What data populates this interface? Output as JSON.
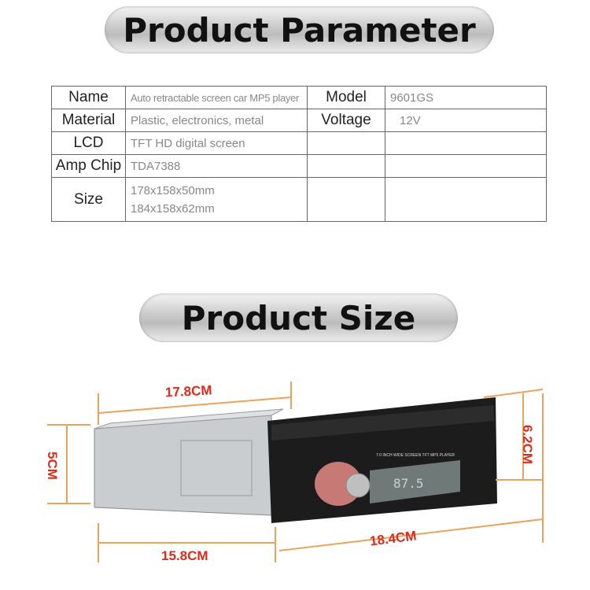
{
  "headings": {
    "parameter": "Product Parameter",
    "size": "Product Size"
  },
  "table": {
    "rows": [
      {
        "k1": "Name",
        "v1": "Auto retractable screen car MP5 player",
        "k2": "Model",
        "v2": "9601GS"
      },
      {
        "k1": "Material",
        "v1": "Plastic, electronics, metal",
        "k2": "Voltage",
        "v2": "12V"
      },
      {
        "k1": "LCD",
        "v1": "TFT HD digital screen",
        "k2": "",
        "v2": ""
      },
      {
        "k1": "Amp Chip",
        "v1": "TDA7388",
        "k2": "",
        "v2": ""
      },
      {
        "k1": "Size",
        "v1": "178x158x50mm",
        "v1b": "184x158x62mm",
        "k2": "",
        "v2": ""
      }
    ]
  },
  "dimensions": {
    "top": "17.8CM",
    "left": "5CM",
    "bottom_left": "15.8CM",
    "bottom_right": "18.4CM",
    "right": "6.2CM"
  },
  "product": {
    "faceplate_text": "7.0 INCH WIDE SCREEN TFT MP5 PLAYER",
    "display_text": "87.5"
  },
  "colors": {
    "dimension_line": "#e8a45a",
    "dimension_label": "#e02a1a"
  }
}
